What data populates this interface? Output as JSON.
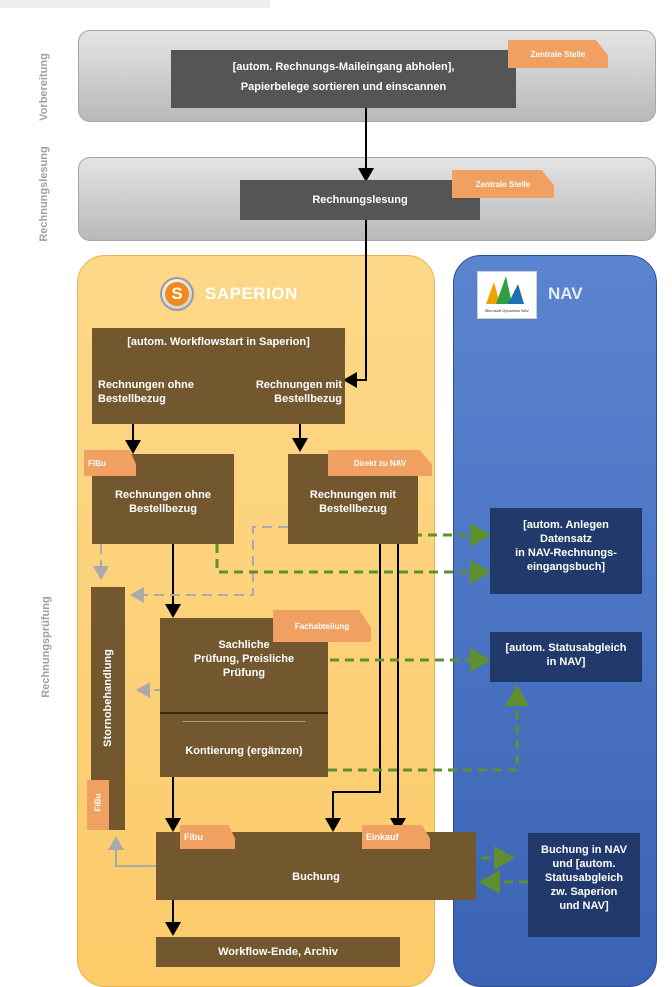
{
  "colors": {
    "saperion_lane": "#fdd07a",
    "nav_lane": "#4472c4",
    "process_box": "#73582f",
    "prep_box": "#555555",
    "nav_box": "#213a6b",
    "tag": "#f0a060",
    "green_arrow": "#5f8f2e",
    "gray_arrow": "#aaaaaa"
  },
  "lanes": {
    "vorbereitung": "Vorbereitung",
    "rechnungslesung": "Rechnungslesung",
    "rechnungspruefung": "Rechnungsprüfung"
  },
  "saperion": {
    "logo_letter": "S",
    "title": "SAPERION",
    "logo_icon": "saperion-logo-icon"
  },
  "nav": {
    "title": "NAV",
    "logo_caption": "Microsoft Dynamics NAV",
    "logo_icon": "dynamics-nav-logo-icon"
  },
  "boxes": {
    "mail": {
      "line1": "[autom. Rechnungs-Maileingang abholen],",
      "line2": "Papierbelege sortieren und einscannen",
      "tag": "Zentrale Stelle"
    },
    "lesung": {
      "label": "Rechnungslesung",
      "tag": "Zentrale Stelle"
    },
    "workflow": {
      "title": "[autom. Workflowstart in Saperion]",
      "left1": "Rechnungen ohne",
      "left2": "Bestellbezug",
      "right1": "Rechnungen mit",
      "right2": "Bestellbezug"
    },
    "ohne": {
      "line1": "Rechnungen ohne",
      "line2": "Bestellbezug",
      "tag": "FiBu"
    },
    "mit": {
      "line1": "Rechnungen mit",
      "line2": "Bestellbezug",
      "tag": "Direkt zu NAV"
    },
    "storno": {
      "label": "Stornobehandlung",
      "tag": "FiBu"
    },
    "pruefung": {
      "line1": "Sachliche",
      "line2": "Prüfung, Preisliche",
      "line3": "Prüfung",
      "separator": "______________________",
      "kontierung": "Kontierung (ergänzen)",
      "tag": "Fachabteilung"
    },
    "buchung": {
      "label": "Buchung",
      "tag_left": "Fibu",
      "tag_right": "Einkauf"
    },
    "ende": {
      "label": "Workflow-Ende, Archiv"
    },
    "nav_anlegen": {
      "line1": "[autom. Anlegen",
      "line2": "Datensatz",
      "line3": "in NAV-Rechnungs-",
      "line4": "eingangsbuch]"
    },
    "nav_status": {
      "line1": "[autom. Statusabgleich",
      "line2": "in NAV]"
    },
    "nav_buchung": {
      "line1": "Buchung in NAV",
      "line2": "und [autom.",
      "line3": "Statusabgleich",
      "line4": "zw. Saperion",
      "line5": "und NAV]"
    }
  }
}
